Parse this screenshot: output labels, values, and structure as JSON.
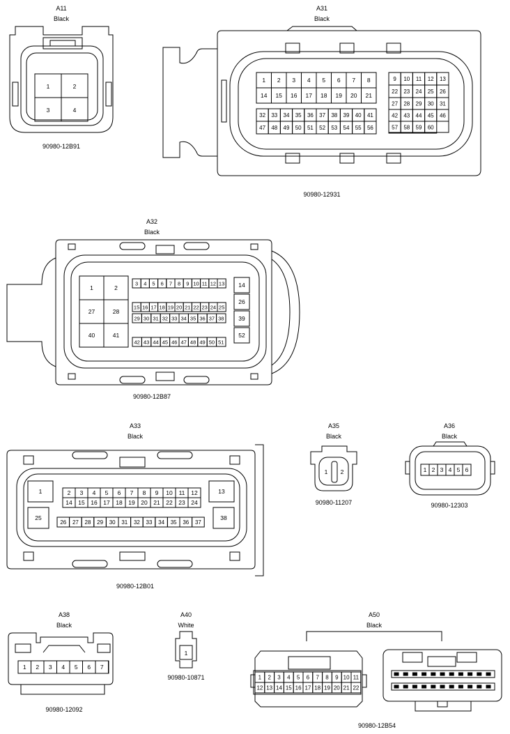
{
  "connectors": [
    {
      "id": "A11",
      "color": "Black",
      "part": "90980-12B91",
      "pins": [
        "1",
        "2",
        "3",
        "4"
      ]
    },
    {
      "id": "A31",
      "color": "Black",
      "part": "90980-12931",
      "pins": [
        "1",
        "2",
        "3",
        "4",
        "5",
        "6",
        "7",
        "8",
        "9",
        "10",
        "11",
        "12",
        "13",
        "14",
        "15",
        "16",
        "17",
        "18",
        "19",
        "20",
        "21",
        "22",
        "23",
        "24",
        "25",
        "26",
        "27",
        "28",
        "29",
        "30",
        "31",
        "32",
        "33",
        "34",
        "35",
        "36",
        "37",
        "38",
        "39",
        "40",
        "41",
        "42",
        "43",
        "44",
        "45",
        "46",
        "47",
        "48",
        "49",
        "50",
        "51",
        "52",
        "53",
        "54",
        "55",
        "56",
        "57",
        "58",
        "59",
        "60"
      ]
    },
    {
      "id": "A32",
      "color": "Black",
      "part": "90980-12B87",
      "pins": [
        "1",
        "2",
        "3",
        "4",
        "5",
        "6",
        "7",
        "8",
        "9",
        "10",
        "11",
        "12",
        "13",
        "14",
        "15",
        "16",
        "17",
        "18",
        "19",
        "20",
        "21",
        "22",
        "23",
        "24",
        "25",
        "26",
        "27",
        "28",
        "29",
        "30",
        "31",
        "32",
        "33",
        "34",
        "35",
        "36",
        "37",
        "38",
        "39",
        "40",
        "41",
        "42",
        "43",
        "44",
        "45",
        "46",
        "47",
        "48",
        "49",
        "50",
        "51",
        "52"
      ]
    },
    {
      "id": "A33",
      "color": "Black",
      "part": "90980-12B01",
      "pins": [
        "1",
        "2",
        "3",
        "4",
        "5",
        "6",
        "7",
        "8",
        "9",
        "10",
        "11",
        "12",
        "13",
        "14",
        "15",
        "16",
        "17",
        "18",
        "19",
        "20",
        "21",
        "22",
        "23",
        "24",
        "25",
        "26",
        "27",
        "28",
        "29",
        "30",
        "31",
        "32",
        "33",
        "34",
        "35",
        "36",
        "37",
        "38"
      ]
    },
    {
      "id": "A35",
      "color": "Black",
      "part": "90980-11207",
      "pins": [
        "1",
        "2"
      ]
    },
    {
      "id": "A36",
      "color": "Black",
      "part": "90980-12303",
      "pins": [
        "1",
        "2",
        "3",
        "4",
        "5",
        "6"
      ]
    },
    {
      "id": "A38",
      "color": "Black",
      "part": "90980-12092",
      "pins": [
        "1",
        "2",
        "3",
        "4",
        "5",
        "6",
        "7"
      ]
    },
    {
      "id": "A40",
      "color": "White",
      "part": "90980-10871",
      "pins": [
        "1"
      ]
    },
    {
      "id": "A50",
      "color": "Black",
      "part": "90980-12B54",
      "pins": [
        "1",
        "2",
        "3",
        "4",
        "5",
        "6",
        "7",
        "8",
        "9",
        "10",
        "11",
        "12",
        "13",
        "14",
        "15",
        "16",
        "17",
        "18",
        "19",
        "20",
        "21",
        "22"
      ]
    }
  ]
}
